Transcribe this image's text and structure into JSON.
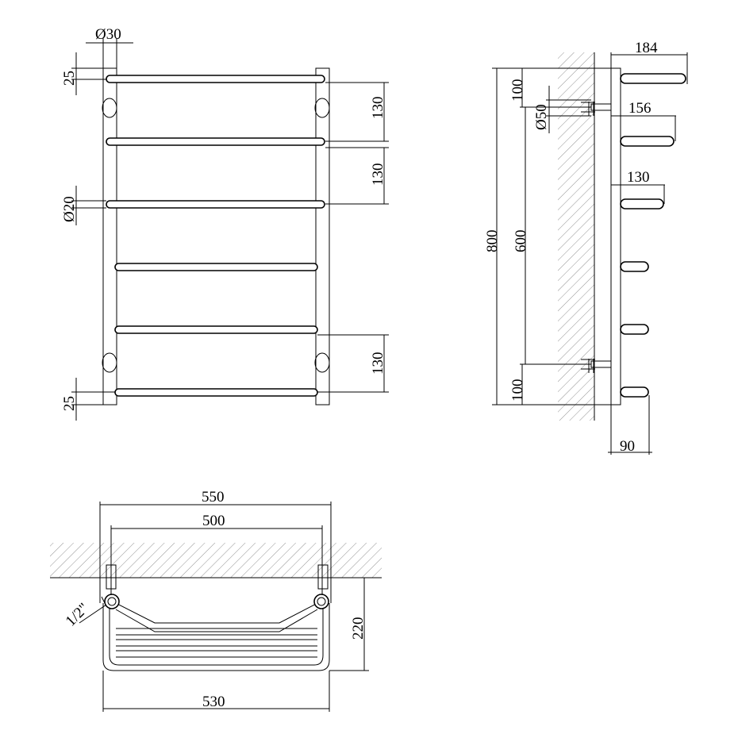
{
  "front_view": {
    "dims": {
      "dia_main": "Ø30",
      "top_offset": "25",
      "spacing_top_1": "130",
      "spacing_top_2": "130",
      "dia_rung": "Ø20",
      "spacing_bottom": "130",
      "bottom_offset": "25"
    }
  },
  "side_view": {
    "dims": {
      "depth_top": "184",
      "depth_mid": "156",
      "depth_low": "130",
      "depth_base": "90",
      "height_total": "800",
      "center_distance": "600",
      "offset_top": "100",
      "offset_bottom": "100",
      "dia_wall": "Ø50"
    }
  },
  "top_view": {
    "dims": {
      "width_total": "550",
      "width_centers": "500",
      "width_frame": "530",
      "depth": "220",
      "thread": "1/2\""
    }
  }
}
